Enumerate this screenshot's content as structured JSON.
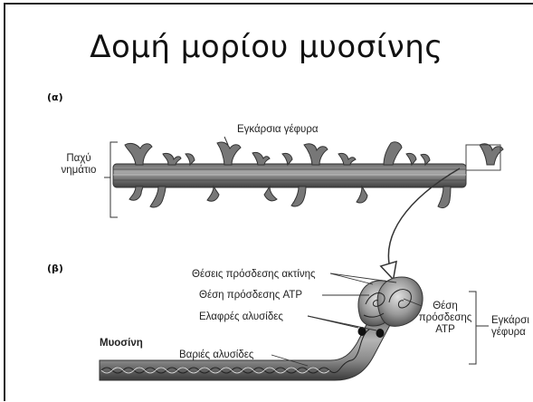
{
  "slide": {
    "title": "Δομή μορίου μυοσίνης"
  },
  "panel_a": {
    "label": "(α)",
    "thick_filament_label_line1": "Παχύ",
    "thick_filament_label_line2": "νημάτιο",
    "cross_bridge_label": "Εγκάρσια γέφυρα"
  },
  "panel_b": {
    "label": "(β)",
    "actin_binding_sites": "Θέσεις πρόσδεσης ακτίνης",
    "atp_binding_site": "Θέση πρόσδεσης ATP",
    "light_chains": "Ελαφρές αλυσίδες",
    "heavy_chains": "Βαριές αλυσίδες",
    "myosin": "Μυοσίνη",
    "atp_site_right_line1": "Θέση",
    "atp_site_right_line2": "πρόσδεσης",
    "atp_site_right_line3": "ATP",
    "cross_bridge_right_line1": "Εγκάρσι",
    "cross_bridge_right_line2": "γέφυρα"
  }
}
